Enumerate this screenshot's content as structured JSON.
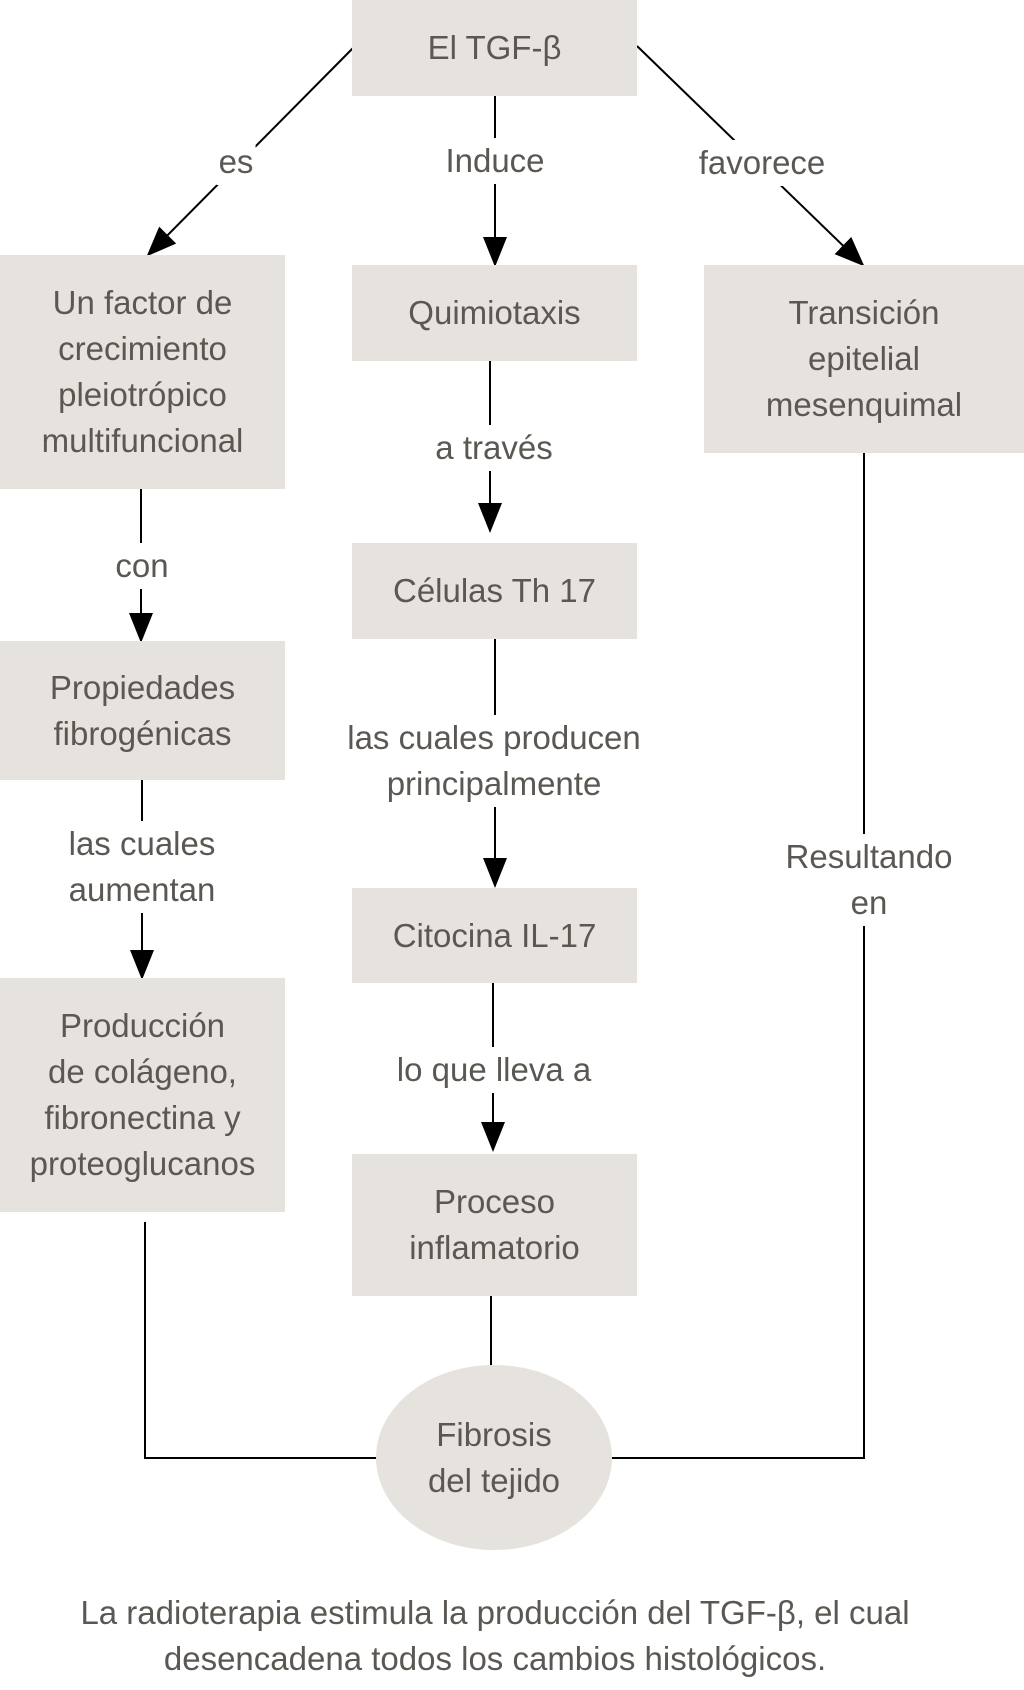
{
  "nodes": {
    "tgf": "El TGF-β",
    "factor": "Un factor de\ncrecimiento\npleiotrópico\nmultifuncional",
    "quimiotaxis": "Quimiotaxis",
    "transicion": "Transición\nepitelial\nmesenquimal",
    "propiedades": "Propiedades\nfibrogénicas",
    "celulas": "Células Th 17",
    "citocina": "Citocina IL-17",
    "produccion": "Producción\nde colágeno,\nfibronectina y\nproteoglucanos",
    "proceso": "Proceso\ninflamatorio",
    "fibrosis": "Fibrosis\ndel tejido"
  },
  "edges": {
    "es": "es",
    "induce": "Induce",
    "favorece": "favorece",
    "a_traves": "a través",
    "con": "con",
    "las_cuales_producen": "las cuales producen\nprincipalmente",
    "las_cuales_aumentan": "las cuales\naumentan",
    "lo_que_lleva": "lo que lleva a",
    "resultando": "Resultando en"
  },
  "caption": "La radioterapia estimula la producción del TGF-β, el cual\ndesencadena todos los cambios histológicos.",
  "colors": {
    "box_fill": "#e6e3de",
    "text": "#5b5752",
    "line": "#000000"
  }
}
